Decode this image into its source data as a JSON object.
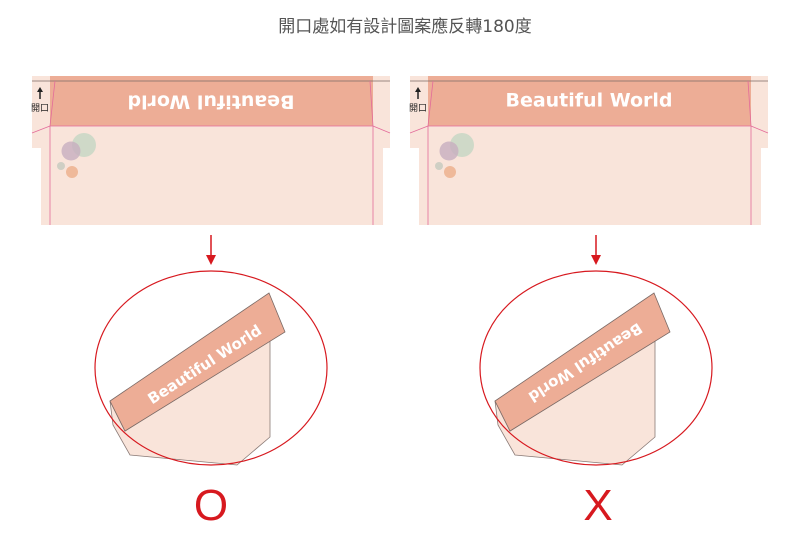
{
  "title": "開口處如有設計圖案應反轉180度",
  "panels": [
    {
      "opening_label": "開口",
      "band_text": "Beautiful World",
      "result_mark": "O",
      "orientation": "text upside-down on flat layout"
    },
    {
      "opening_label": "開口",
      "band_text": "Beautiful World",
      "result_mark": "X",
      "orientation": "text upright on flat layout"
    }
  ],
  "colors": {
    "band": "#edad96",
    "body": "#f9e4da",
    "circle": "#d7191f",
    "arrow": "#d7191f"
  }
}
